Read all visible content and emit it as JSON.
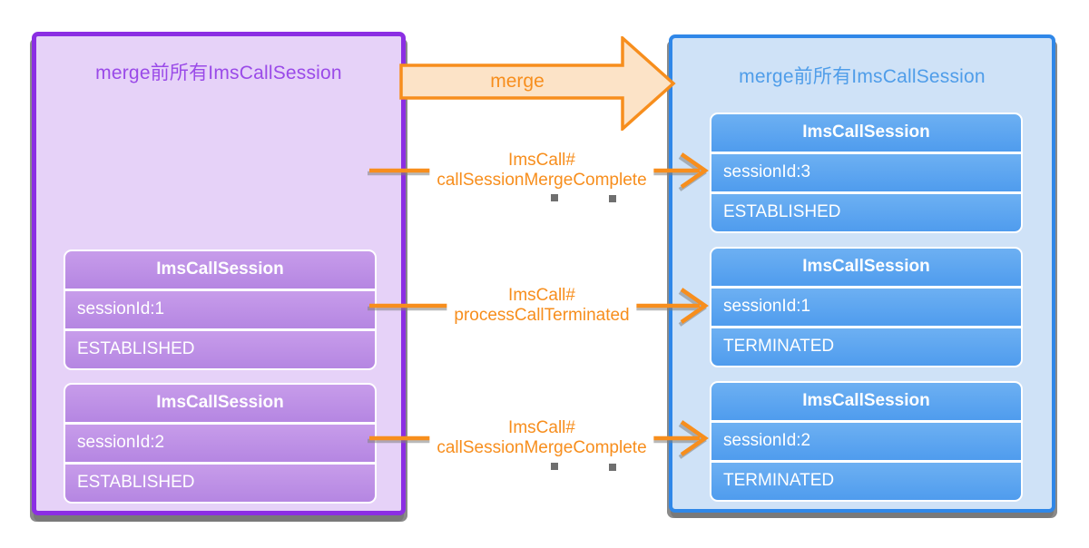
{
  "colors": {
    "purple_border": "#8b2ee3",
    "purple_fill": "#e6d2f8",
    "purple_row": "#bd8ee6",
    "purple_title_text": "#9a4ae8",
    "blue_border": "#2f87e8",
    "blue_fill": "#cfe2f7",
    "blue_row": "#5ba4ef",
    "blue_title_text": "#4f9de9",
    "orange": "#f78e1d",
    "arrow_fill": "#fce3c7",
    "row_text": "#ffffff"
  },
  "left_panel": {
    "title": "merge前所有ImsCallSession",
    "cards": [
      {
        "header": "ImsCallSession",
        "session_id": "sessionId:1",
        "state": "ESTABLISHED"
      },
      {
        "header": "ImsCallSession",
        "session_id": "sessionId:2",
        "state": "ESTABLISHED"
      }
    ]
  },
  "right_panel": {
    "title": "merge前所有ImsCallSession",
    "cards": [
      {
        "header": "ImsCallSession",
        "session_id": "sessionId:3",
        "state": "ESTABLISHED"
      },
      {
        "header": "ImsCallSession",
        "session_id": "sessionId:1",
        "state": "TERMINATED"
      },
      {
        "header": "ImsCallSession",
        "session_id": "sessionId:2",
        "state": "TERMINATED"
      }
    ]
  },
  "merge_arrow": {
    "label": "merge"
  },
  "connectors": [
    {
      "line1": "ImsCall#",
      "line2": "callSessionMergeComplete"
    },
    {
      "line1": "ImsCall#",
      "line2": "processCallTerminated"
    },
    {
      "line1": "ImsCall#",
      "line2": "callSessionMergeComplete"
    }
  ]
}
